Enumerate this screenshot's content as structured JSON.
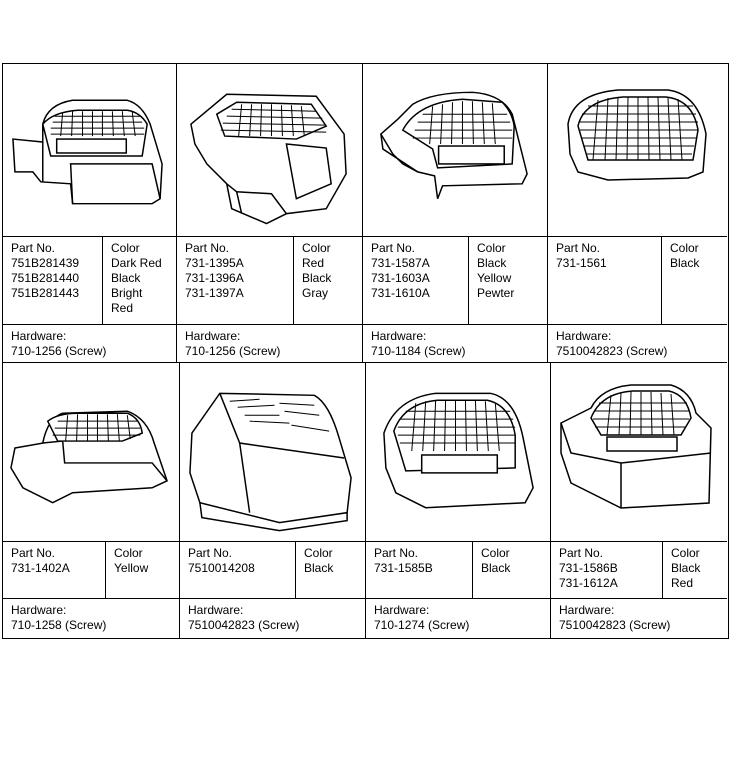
{
  "labels": {
    "part_no": "Part No.",
    "color": "Color",
    "hardware": "Hardware:"
  },
  "items": [
    {
      "parts": [
        "751B281439",
        "751B281440",
        "751B281443"
      ],
      "colors": [
        "Dark Red",
        "Black",
        "Bright",
        "Red"
      ],
      "hardware": "710-1256 (Screw)"
    },
    {
      "parts": [
        "731-1395A",
        "731-1396A",
        "731-1397A"
      ],
      "colors": [
        "Red",
        "Black",
        "Gray"
      ],
      "hardware": "710-1256 (Screw)"
    },
    {
      "parts": [
        "731-1587A",
        "731-1603A",
        "731-1610A"
      ],
      "colors": [
        "Black",
        "Yellow",
        "Pewter"
      ],
      "hardware": "710-1184 (Screw)"
    },
    {
      "parts": [
        "731-1561"
      ],
      "colors": [
        "Black"
      ],
      "hardware": "7510042823 (Screw)"
    },
    {
      "parts": [
        "731-1402A"
      ],
      "colors": [
        "Yellow"
      ],
      "hardware": "710-1258 (Screw)"
    },
    {
      "parts": [
        "7510014208"
      ],
      "colors": [
        "Black"
      ],
      "hardware": "7510042823 (Screw)"
    },
    {
      "parts": [
        "731-1585B"
      ],
      "colors": [
        "Black"
      ],
      "hardware": "710-1274 (Screw)"
    },
    {
      "parts": [
        "731-1586B",
        "731-1612A"
      ],
      "colors": [
        "Black",
        "Red"
      ],
      "hardware": "7510042823 (Screw)"
    }
  ]
}
